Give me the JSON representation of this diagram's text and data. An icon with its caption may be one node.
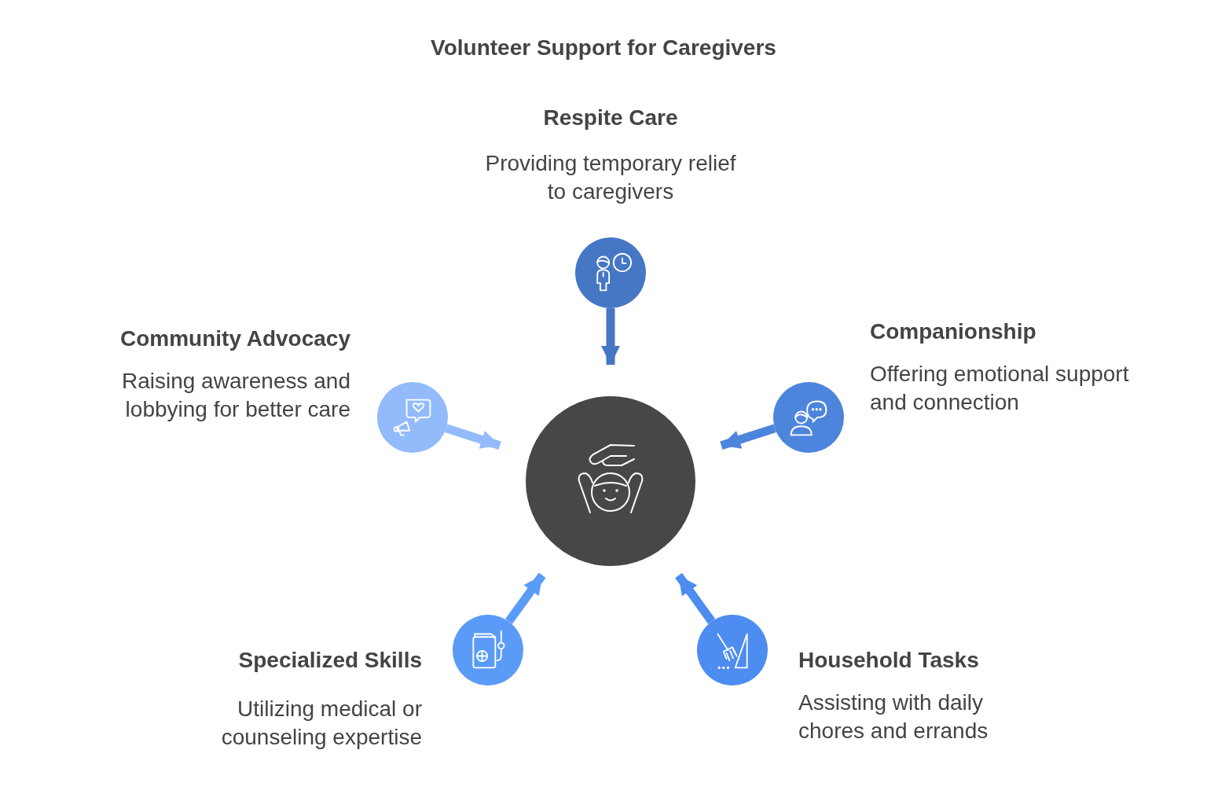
{
  "diagram": {
    "title": "Volunteer Support for Caregivers",
    "nodes": [
      {
        "text": [],
        "shape": "circle"
      },
      {
        "text": [],
        "shape": "circle",
        "beside": [
          "Respite Care",
          "Providing temporary relief to caregivers"
        ]
      },
      {
        "text": [],
        "shape": "circle",
        "beside": [
          "Companionship",
          "Offering emotional support and connection"
        ]
      },
      {
        "text": [],
        "shape": "circle",
        "beside": [
          "Household Tasks",
          "Assisting with daily chores and errands"
        ]
      },
      {
        "text": [],
        "shape": "circle",
        "beside": [
          "Specialized Skills",
          "Utilizing medical or counseling expertise"
        ]
      },
      {
        "text": [],
        "shape": "circle",
        "beside": [
          "Community Advocacy",
          "Raising awareness and lobbying for better care"
        ]
      }
    ],
    "edges": [
      {
        "from": 1,
        "to": 0,
        "arrow": "to",
        "color": "#4677c4"
      },
      {
        "from": 2,
        "to": 0,
        "arrow": "to",
        "color": "#4e85dc"
      },
      {
        "from": 3,
        "to": 0,
        "arrow": "to",
        "color": "#4d8cf0"
      },
      {
        "from": 4,
        "to": 0,
        "arrow": "to",
        "color": "#5b9bf8"
      },
      {
        "from": 5,
        "to": 0,
        "arrow": "to",
        "color": "#93bbfb"
      }
    ]
  }
}
